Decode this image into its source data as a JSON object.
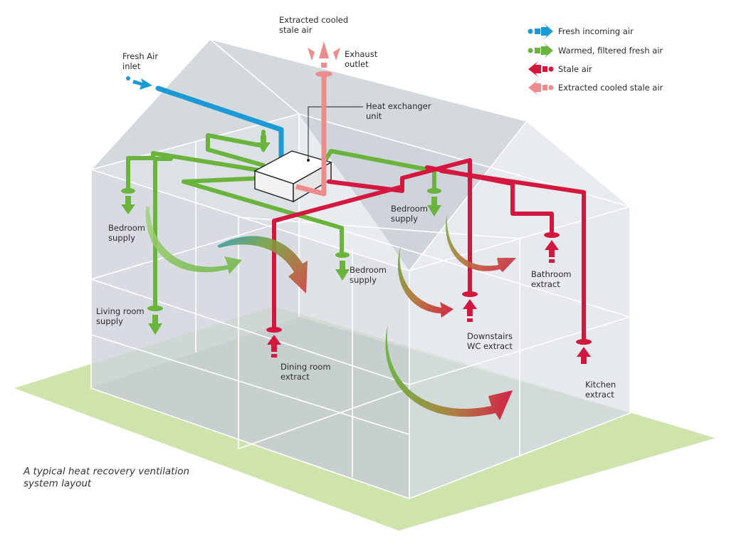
{
  "title": "A typical heat recovery ventilation system layout",
  "caption": {
    "line1": "A typical heat recovery ventilation",
    "line2": "system layout"
  },
  "colors": {
    "fresh": "#1b9ad6",
    "warmed": "#6ab43e",
    "stale": "#d4173f",
    "extracted": "#ec8c8c",
    "ground": "#cfe3ad"
  },
  "legend": [
    {
      "key": "fresh",
      "label": "Fresh incoming air"
    },
    {
      "key": "warmed",
      "label": "Warmed, filtered fresh air"
    },
    {
      "key": "stale",
      "label": "Stale air"
    },
    {
      "key": "extracted",
      "label": "Extracted cooled stale air"
    }
  ],
  "labels": {
    "extracted_top": {
      "line1": "Extracted cooled",
      "line2": "stale air"
    },
    "exhaust": {
      "line1": "Exhaust",
      "line2": "outlet"
    },
    "fresh_inlet": {
      "line1": "Fresh Air",
      "line2": "inlet"
    },
    "heat_exchanger": {
      "line1": "Heat exchanger",
      "line2": "unit"
    },
    "bedroom_supply_left": {
      "line1": "Bedroom",
      "line2": "supply"
    },
    "bedroom_supply_mid": {
      "line1": "Bedroom",
      "line2": "supply"
    },
    "bedroom_supply_right": {
      "line1": "Bedroom",
      "line2": "supply"
    },
    "living_room_supply": {
      "line1": "Living room",
      "line2": "supply"
    },
    "dining_room_extract": {
      "line1": "Dining room",
      "line2": "extract"
    },
    "downstairs_wc_extract": {
      "line1": "Downstairs",
      "line2": "WC extract"
    },
    "bathroom_extract": {
      "line1": "Bathroom",
      "line2": "extract"
    },
    "kitchen_extract": {
      "line1": "Kitchen",
      "line2": "extract"
    }
  }
}
